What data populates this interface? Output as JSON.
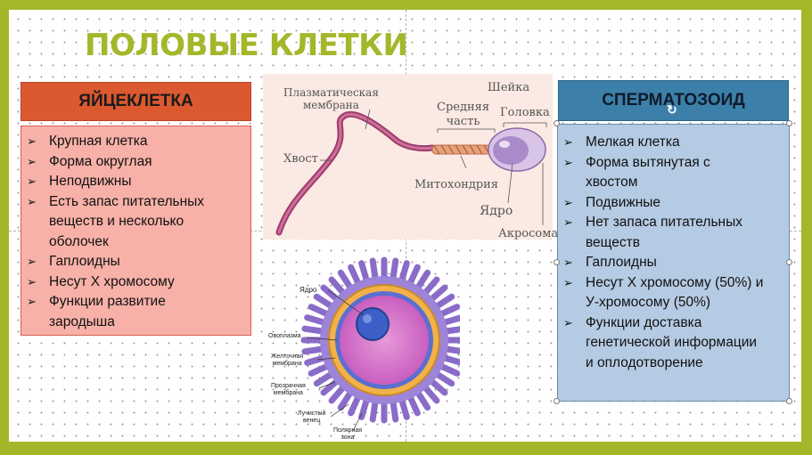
{
  "title": "ПОЛОВЫЕ КЛЕТКИ",
  "egg_cell": {
    "header": "ЯЙЦЕКЛЕТКА",
    "items": [
      [
        "Крупная клетка"
      ],
      [
        "Форма округлая"
      ],
      [
        "Неподвижны"
      ],
      [
        "Есть запас питательных",
        "веществ и несколько",
        "оболочек"
      ],
      [
        "Гаплоидны"
      ],
      [
        "Несут Х хромосому"
      ],
      [
        "Функции развитие",
        "зародыша"
      ]
    ]
  },
  "sperm_cell": {
    "header": "СПЕРМАТОЗОИД",
    "items": [
      [
        "Мелкая клетка"
      ],
      [
        "Форма вытянутая с",
        "хвостом"
      ],
      [
        "Подвижные"
      ],
      [
        "Нет запаса питательных",
        "веществ"
      ],
      [
        "Гаплоидны"
      ],
      [
        "Несут Х хромосому (50%) и",
        "У-хромосому (50%)"
      ],
      [
        "Функции доставка",
        "генетической информации",
        "и оплодотворение"
      ]
    ]
  },
  "sperm_diagram": {
    "membrane": [
      "Плазматическая",
      "мембрана"
    ],
    "tail": "Хвост",
    "neck": "Шейка",
    "midpiece": [
      "Средняя",
      "часть"
    ],
    "head": "Головка",
    "mitochondria": "Митохондрия",
    "nucleus": "Ядро",
    "acrosome": "Акросома"
  },
  "egg_diagram": {
    "nucleus": "Ядро",
    "ooplasm": "Овоплазма",
    "yolk_membrane": [
      "Желточная",
      "мембрана"
    ],
    "zona": [
      "Прозрачная",
      "мембрана"
    ],
    "corona": [
      "Лучистый",
      "венец"
    ],
    "polar": [
      "Полярная",
      "зона"
    ]
  },
  "colors": {
    "accent": "#a4b72a",
    "egg_header": "#dc5930",
    "egg_box": "#f7b1a8",
    "sperm_header": "#3c7fa8",
    "sperm_box": "#b5cbe3"
  },
  "icons": {
    "bullet": "arrow-bullet-icon",
    "rotate": "rotate-handle-icon"
  }
}
